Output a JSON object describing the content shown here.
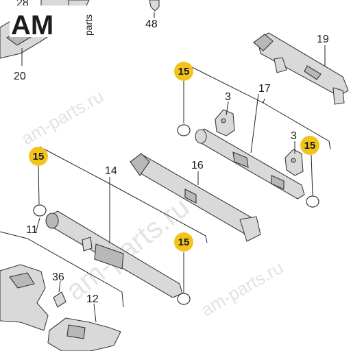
{
  "logo": {
    "main": "AM",
    "sub": "parts"
  },
  "watermarks": [
    "am-parts.ru",
    "am-parts.ru",
    "am-parts.ru"
  ],
  "callouts": {
    "n28": "28",
    "n48": "48",
    "n20": "20",
    "n19": "19",
    "n17": "17",
    "n3a": "3",
    "n3b": "3",
    "n16": "16",
    "n14": "14",
    "n11": "11",
    "n36": "36",
    "n12": "12"
  },
  "highlighted": {
    "b1": "15",
    "b2": "15",
    "b3": "15",
    "b4": "15"
  },
  "colors": {
    "badge": "#f2c31b",
    "part": "#d9d9d9"
  }
}
